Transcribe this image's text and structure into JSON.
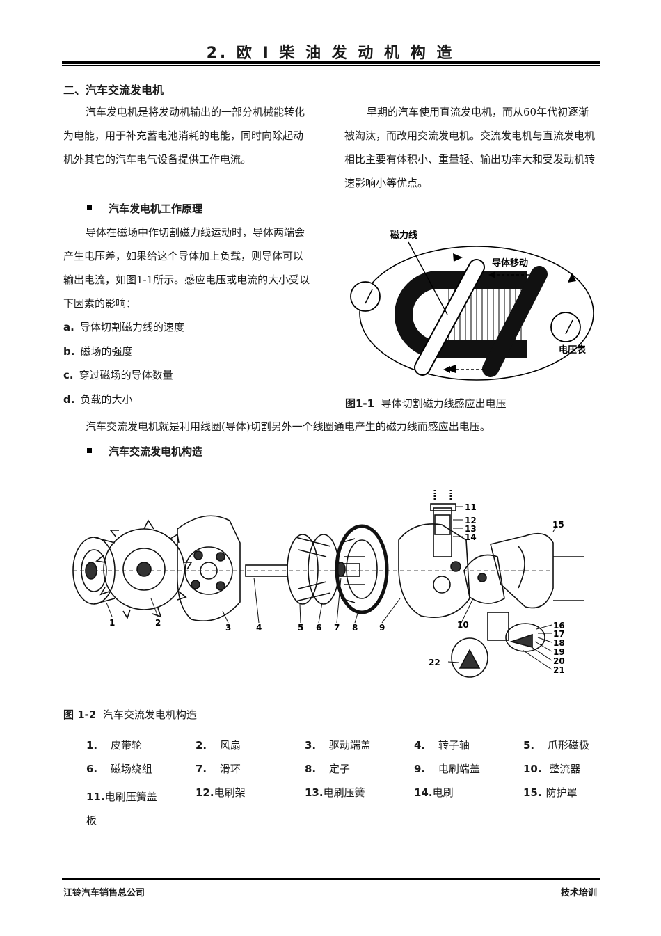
{
  "header": {
    "title": "2. 欧 I 柴 油 发 动 机 构 造"
  },
  "section": {
    "heading": "二、汽车交流发电机",
    "left_para": "汽车发电机是将发动机输出的一部分机械能转化为电能，用于补充蓄电池消耗的电能，同时向除起动机外其它的汽车电气设备提供工作电流。",
    "right_para": "早期的汽车使用直流发电机，而从60年代初逐渐被淘汰，而改用交流发电机。交流发电机与直流发电机相比主要有体积小、重量轻、输出功率大和受发动机转速影响小等优点。"
  },
  "principle": {
    "heading": "汽车发电机工作原理",
    "para": "导体在磁场中作切割磁力线运动时，导体两端会产生电压差，如果给这个导体加上负载，则导体可以输出电流，如图1-1所示。感应电压或电流的大小受以下因素的影响：",
    "factors": [
      {
        "key": "a.",
        "text": "导体切割磁力线的速度"
      },
      {
        "key": "b.",
        "text": "磁场的强度"
      },
      {
        "key": "c.",
        "text": "穿过磁场的导体数量"
      },
      {
        "key": "d.",
        "text": "负载的大小"
      }
    ],
    "figure1": {
      "label_flux": "磁力线",
      "label_move": "导体移动",
      "label_meter": "电压表",
      "caption_num": "图1-1",
      "caption_text": "导体切割磁力线感应出电压"
    },
    "summary": "汽车交流发电机就是利用线圈(导体)切割另外一个线圈通电产生的磁力线而感应出电压。"
  },
  "structure": {
    "heading": "汽车交流发电机构造",
    "callouts": [
      "1",
      "2",
      "3",
      "4",
      "5",
      "6",
      "7",
      "8",
      "9",
      "10",
      "11",
      "12",
      "13",
      "14",
      "15",
      "16",
      "17",
      "18",
      "19",
      "20",
      "21",
      "22"
    ],
    "caption_num": "图 1-2",
    "caption_text": "汽车交流发电机构造",
    "parts": [
      {
        "num": "1.",
        "name": "皮带轮"
      },
      {
        "num": "2.",
        "name": "风扇"
      },
      {
        "num": "3.",
        "name": "驱动端盖"
      },
      {
        "num": "4.",
        "name": "转子轴"
      },
      {
        "num": "5.",
        "name": "爪形磁极"
      },
      {
        "num": "6.",
        "name": "磁场绕组"
      },
      {
        "num": "7.",
        "name": "滑环"
      },
      {
        "num": "8.",
        "name": "定子"
      },
      {
        "num": "9.",
        "name": "电刷端盖"
      },
      {
        "num": "10.",
        "name": "整流器"
      },
      {
        "num": "11.",
        "name": "电刷压簧盖板"
      },
      {
        "num": "12.",
        "name": "电刷架"
      },
      {
        "num": "13.",
        "name": "电刷压簧"
      },
      {
        "num": "14.",
        "name": "电刷"
      },
      {
        "num": "15.",
        "name": "防护罩"
      }
    ]
  },
  "footer": {
    "left": "江铃汽车销售总公司",
    "right": "技术培训"
  }
}
